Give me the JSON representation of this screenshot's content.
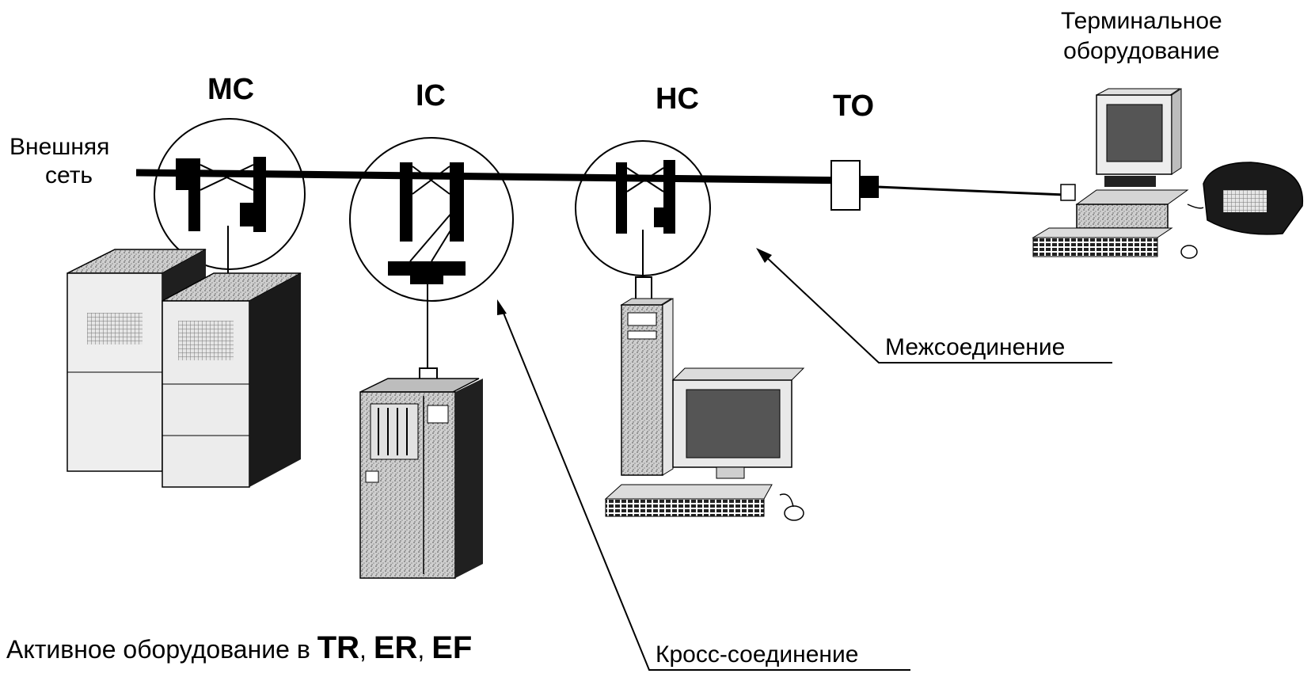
{
  "labels": {
    "external_network_line1": "Внешняя",
    "external_network_line2": "сеть",
    "mc": "MC",
    "ic": "IC",
    "hc": "HC",
    "to": "TO",
    "terminal_line1": "Терминальное",
    "terminal_line2": "оборудование",
    "interconnect": "Межсоединение",
    "crossconnect": "Кросс-соединение",
    "active_prefix": "Активное оборудование в ",
    "active_tr": "TR",
    "active_sep1": ", ",
    "active_er": "ER",
    "active_sep2": ", ",
    "active_ef": "EF"
  },
  "colors": {
    "ink": "#000000",
    "paper": "#ffffff",
    "screen": "#555555",
    "panel": "#9a9a9a"
  }
}
